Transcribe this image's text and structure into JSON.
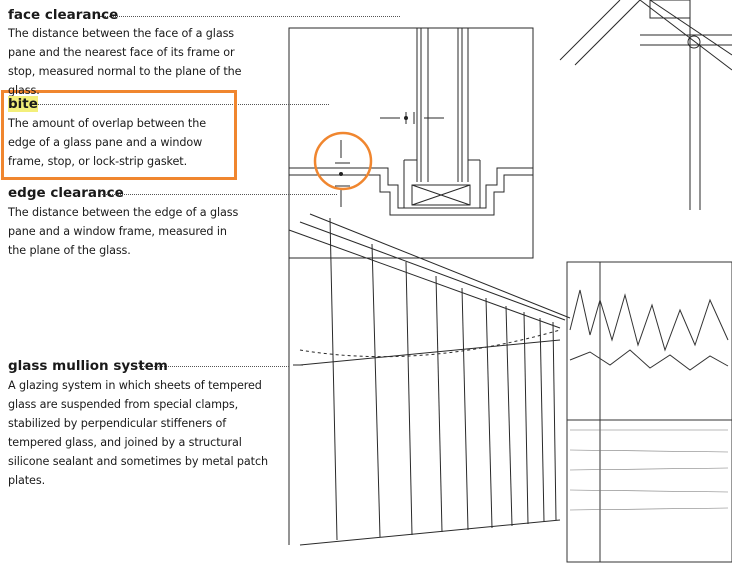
{
  "entries": {
    "face_clearance": {
      "term": "face clearance",
      "definition": "The distance between the face of a glass pane and the nearest face of its frame or stop, measured normal to the plane of the glass."
    },
    "bite": {
      "term": "bite",
      "definition": "The amount of overlap between the edge of a glass pane and a window frame, stop, or lock-strip gasket."
    },
    "edge_clearance": {
      "term": "edge clearance",
      "definition": "The distance between the edge of a glass pane and a window frame, measured in the plane of the glass."
    },
    "glass_mullion_system": {
      "term": "glass mullion system",
      "definition": "A glazing system in which sheets of tempered glass are suspended from special clamps, stabilized by perpendicular stiffeners of tempered glass, and joined by a structural silicone sealant and sometimes by metal patch plates."
    }
  },
  "annotation_colors": {
    "highlight_box": "#f0862f",
    "term_highlight": "#f3ef7a"
  }
}
